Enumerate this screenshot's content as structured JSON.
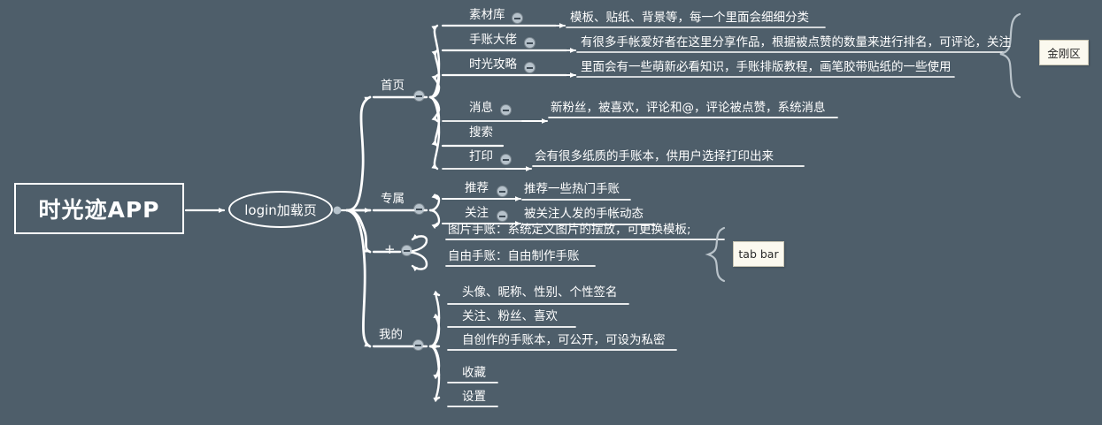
{
  "diagram": {
    "type": "mind-map",
    "background_color": "#4e5e6a",
    "line_color": "#ffffff",
    "callout_bg_color": "#fbf9ef",
    "badge_color": "#b6c2cb"
  },
  "root": {
    "label": "时光迹APP"
  },
  "entry": {
    "label": "login加载页"
  },
  "branches": [
    {
      "id": "home",
      "label": "首页",
      "has_collapse_badge": true,
      "children": [
        {
          "label": "素材库",
          "has_collapse_badge": true,
          "detail": "模板、贴纸、背景等，每一个里面会细细分类"
        },
        {
          "label": "手账大佬",
          "has_collapse_badge": true,
          "detail": "有很多手帐爱好者在这里分享作品，根据被点赞的数量来进行排名，可评论，关注"
        },
        {
          "label": "时光攻略",
          "has_collapse_badge": true,
          "detail": "里面会有一些萌新必看知识，手账排版教程，画笔胶带贴纸的一些使用"
        },
        {
          "label": "消息",
          "has_collapse_badge": true,
          "detail": "新粉丝，被喜欢，评论和@，评论被点赞，系统消息"
        },
        {
          "label": "搜索",
          "has_collapse_badge": false,
          "detail": ""
        },
        {
          "label": "打印",
          "has_collapse_badge": true,
          "detail": "会有很多纸质的手账本，供用户选择打印出来"
        }
      ]
    },
    {
      "id": "exclusive",
      "label": "专属",
      "has_collapse_badge": true,
      "children": [
        {
          "label": "推荐",
          "has_collapse_badge": true,
          "detail": "推荐一些热门手账"
        },
        {
          "label": "关注",
          "has_collapse_badge": true,
          "detail": "被关注人发的手帐动态"
        }
      ]
    },
    {
      "id": "plus",
      "label": "+",
      "has_collapse_badge": true,
      "children": [
        {
          "label": "图片手账：系统定义图片的摆放，可更换模板;",
          "has_collapse_badge": false,
          "detail": ""
        },
        {
          "label": "自由手账：自由制作手账",
          "has_collapse_badge": false,
          "detail": ""
        }
      ]
    },
    {
      "id": "mine",
      "label": "我的",
      "has_collapse_badge": true,
      "children": [
        {
          "label": "头像、昵称、性别、个性签名",
          "has_collapse_badge": false,
          "detail": ""
        },
        {
          "label": "关注、粉丝、喜欢",
          "has_collapse_badge": false,
          "detail": ""
        },
        {
          "label": "自创作的手账本，可公开，可设为私密",
          "has_collapse_badge": false,
          "detail": ""
        },
        {
          "label": "收藏",
          "has_collapse_badge": false,
          "detail": ""
        },
        {
          "label": "设置",
          "has_collapse_badge": false,
          "detail": ""
        }
      ]
    }
  ],
  "callouts": [
    {
      "id": "jingangqu",
      "label": "金刚区"
    },
    {
      "id": "tabbar",
      "label": "tab bar"
    }
  ]
}
